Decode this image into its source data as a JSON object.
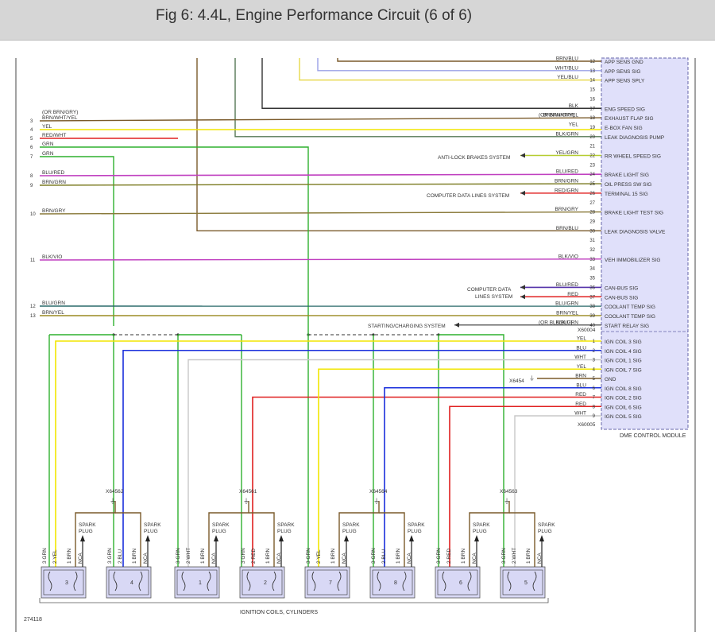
{
  "header": {
    "title": "Fig 6: 4.4L, Engine Performance Circuit (6 of 6)"
  },
  "module": {
    "name": "DME CONTROL MODULE",
    "connector_1": "X60004",
    "connector_2": "X60005",
    "pins": [
      {
        "pin": "12",
        "color": "BRN/BLU",
        "label": "APP SENS GND"
      },
      {
        "pin": "13",
        "color": "WHT/BLU",
        "label": "APP SENS SIG"
      },
      {
        "pin": "14",
        "color": "YEL/BLU",
        "label": "APP SENS SPLY"
      },
      {
        "pin": "15",
        "color": "",
        "label": ""
      },
      {
        "pin": "16",
        "color": "",
        "label": ""
      },
      {
        "pin": "17",
        "color": "BLK",
        "label": "ENG SPEED SIG"
      },
      {
        "pin": "18",
        "color": "BRN/WHT/YEL",
        "alt": "(OR BRN/GRY)",
        "label": "EXHAUST FLAP SIG"
      },
      {
        "pin": "19",
        "color": "YEL",
        "label": "E-BOX FAN SIG"
      },
      {
        "pin": "20",
        "color": "BLK/GRN",
        "label": "LEAK DIAGNOSIS PUMP"
      },
      {
        "pin": "21",
        "color": "",
        "label": ""
      },
      {
        "pin": "22",
        "color": "YEL/GRN",
        "label": "RR WHEEL SPEED SIG"
      },
      {
        "pin": "23",
        "color": "",
        "label": ""
      },
      {
        "pin": "24",
        "color": "BLU/RED",
        "label": "BRAKE LIGHT SIG"
      },
      {
        "pin": "25",
        "color": "BRN/GRN",
        "label": "OIL PRESS SW SIG"
      },
      {
        "pin": "26",
        "color": "RED/GRN",
        "label": "TERMINAL 15 SIG"
      },
      {
        "pin": "27",
        "color": "",
        "label": ""
      },
      {
        "pin": "28",
        "color": "BRN/GRY",
        "label": "BRAKE LIGHT TEST SIG"
      },
      {
        "pin": "29",
        "color": "",
        "label": ""
      },
      {
        "pin": "30",
        "color": "BRN/BLU",
        "label": "LEAK DIAGNOSIS VALVE"
      },
      {
        "pin": "31",
        "color": "",
        "label": ""
      },
      {
        "pin": "32",
        "color": "",
        "label": ""
      },
      {
        "pin": "33",
        "color": "BLK/VIO",
        "label": "VEH IMMOBILIZER SIG"
      },
      {
        "pin": "34",
        "color": "",
        "label": ""
      },
      {
        "pin": "35",
        "color": "",
        "label": ""
      },
      {
        "pin": "36",
        "color": "BLU/RED",
        "label": "CAN-BUS SIG"
      },
      {
        "pin": "37",
        "color": "RED",
        "label": "CAN-BUS SIG"
      },
      {
        "pin": "38",
        "color": "BLU/GRN",
        "label": "COOLANT TEMP SIG"
      },
      {
        "pin": "39",
        "color": "BRN/YEL",
        "label": "COOLANT TEMP SIG"
      },
      {
        "pin": "40",
        "color": "BLK/GRN",
        "alt": "(OR BLK/BLU)",
        "label": "START RELAY SIG"
      }
    ],
    "pins2": [
      {
        "pin": "1",
        "color": "YEL",
        "label": "IGN COIL 3 SIG"
      },
      {
        "pin": "2",
        "color": "BLU",
        "label": "IGN COIL 4 SIG"
      },
      {
        "pin": "3",
        "color": "WHT",
        "label": "IGN COIL 1 SIG"
      },
      {
        "pin": "4",
        "color": "YEL",
        "label": "IGN COIL 7 SIG"
      },
      {
        "pin": "5",
        "color": "BRN",
        "label": "GND"
      },
      {
        "pin": "6",
        "color": "BLU",
        "label": "IGN COIL 8 SIG"
      },
      {
        "pin": "7",
        "color": "RED",
        "label": "IGN COIL 2 SIG"
      },
      {
        "pin": "8",
        "color": "RED",
        "label": "IGN COIL 6 SIG"
      },
      {
        "pin": "9",
        "color": "WHT",
        "label": "IGN COIL 5 SIG"
      }
    ]
  },
  "left_wires": [
    {
      "num": "3",
      "label": "BRN/WHT/YEL",
      "label2": "(OR BRN/GRY)"
    },
    {
      "num": "4",
      "label": "YEL"
    },
    {
      "num": "5",
      "label": "RED/WHT"
    },
    {
      "num": "6",
      "label": "GRN"
    },
    {
      "num": "7",
      "label": "GRN"
    },
    {
      "num": "8",
      "label": "BLU/RED"
    },
    {
      "num": "9",
      "label": "BRN/GRN"
    },
    {
      "num": "10",
      "label": "BRN/GRY"
    },
    {
      "num": "11",
      "label": "BLK/VIO"
    },
    {
      "num": "12",
      "label": "BLU/GRN"
    },
    {
      "num": "13",
      "label": "BRN/YEL"
    }
  ],
  "systems": {
    "anti_lock": "ANTI-LOCK BRAKES SYSTEM",
    "data_lines": "COMPUTER DATA LINES SYSTEM",
    "data_lines_a": "COMPUTER DATA",
    "data_lines_b": "LINES SYSTEM",
    "starting": "STARTING/CHARGING SYSTEM"
  },
  "ground": {
    "id": "X6454"
  },
  "coil_grounds": [
    "X64562",
    "X64561",
    "X64564",
    "X64563"
  ],
  "coils": [
    {
      "num": "3",
      "sig": "GRN",
      "pwr": "YEL"
    },
    {
      "num": "4",
      "sig": "GRN",
      "pwr": "BLU"
    },
    {
      "num": "1",
      "sig": "GRN",
      "pwr": "WHT"
    },
    {
      "num": "2",
      "sig": "GRN",
      "pwr": "RED"
    },
    {
      "num": "7",
      "sig": "GRN",
      "pwr": "YEL"
    },
    {
      "num": "8",
      "sig": "GRN",
      "pwr": "BLU"
    },
    {
      "num": "6",
      "sig": "GRN",
      "pwr": "RED"
    },
    {
      "num": "5",
      "sig": "GRN",
      "pwr": "WHT"
    }
  ],
  "coil_common": {
    "gnd": "BRN",
    "nca": "NCA",
    "spark_a": "SPARK",
    "spark_b": "PLUG"
  },
  "footer": {
    "coils_label": "IGNITION COILS, CYLINDERS",
    "fig_id": "274118"
  },
  "colors": {
    "brown": "#7a5a2a",
    "yellow": "#f2e600",
    "red": "#e02020",
    "green": "#2fb02f",
    "blue": "#1a2fdc",
    "violet": "#c040c0",
    "black": "#333333",
    "white": "#bbbbbb",
    "teal": "#2a6a6a",
    "olive": "#7a7a20",
    "module": "#e0e0fa",
    "header": "#d6d6d6"
  }
}
